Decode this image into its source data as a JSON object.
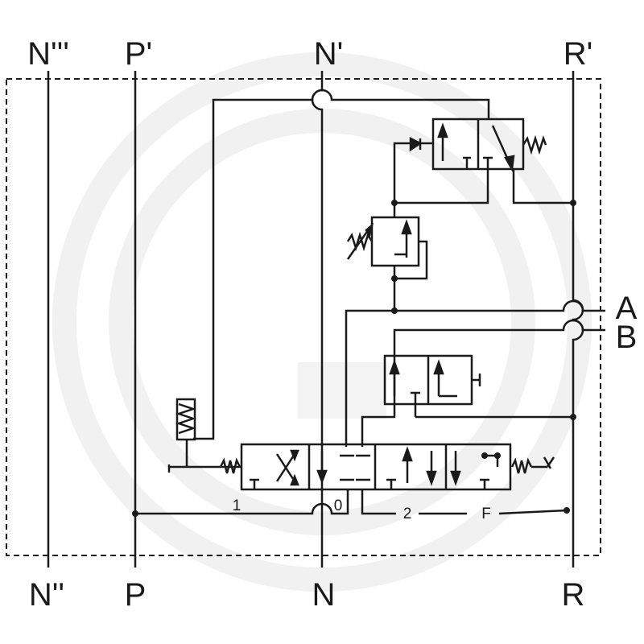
{
  "ports": {
    "top": [
      "N'''",
      "P'",
      "N'",
      "R'"
    ],
    "bottom": [
      "N''",
      "P",
      "N",
      "R"
    ],
    "right": [
      "A",
      "B"
    ]
  },
  "positions": {
    "p1": "1",
    "p0": "0",
    "p2": "2",
    "pF": "F"
  },
  "colors": {
    "line": "#1a1a1a",
    "watermark": "#f1f1f1"
  }
}
